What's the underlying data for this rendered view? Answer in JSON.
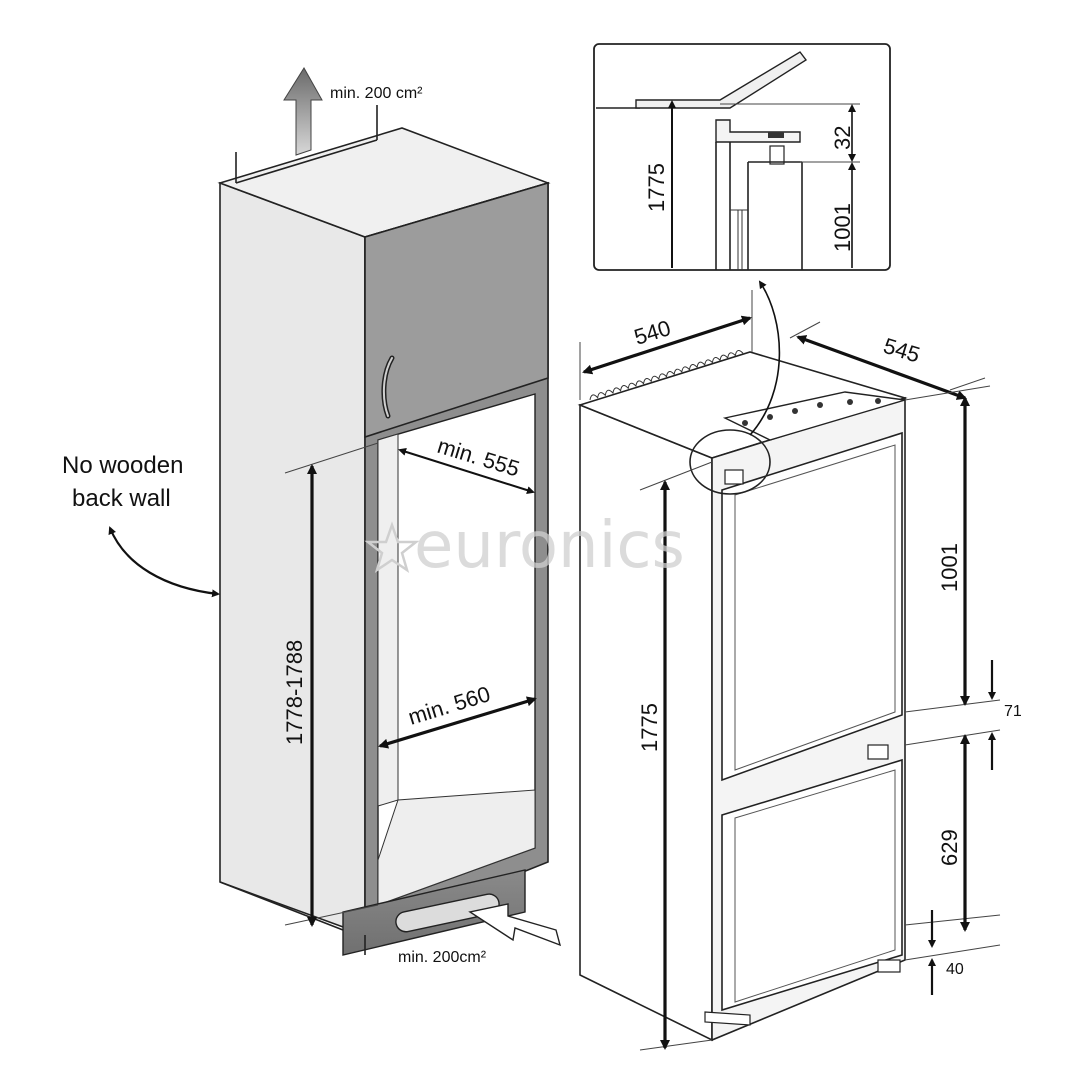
{
  "colors": {
    "panel": "#e6e6e6",
    "panel_dark": "#8f8f8f",
    "door": "#9a9a9a",
    "line": "#222222",
    "watermark": "#cfcfcf"
  },
  "watermark": "euronics",
  "cabinet": {
    "top_vent_label": "min. 200 cm²",
    "bottom_vent_label": "min. 200cm²",
    "back_wall_note_line1": "No wooden",
    "back_wall_note_line2": "back wall",
    "niche_height": "1778-1788",
    "niche_depth": "min. 555",
    "niche_width": "min. 560"
  },
  "appliance": {
    "width": "540",
    "depth": "545",
    "height": "1775",
    "fridge_door_height": "1001",
    "door_gap": "71",
    "freezer_door_height": "629",
    "bottom_clearance": "40"
  },
  "detail": {
    "height": "1775",
    "top_offset": "32",
    "door_height": "1001"
  }
}
